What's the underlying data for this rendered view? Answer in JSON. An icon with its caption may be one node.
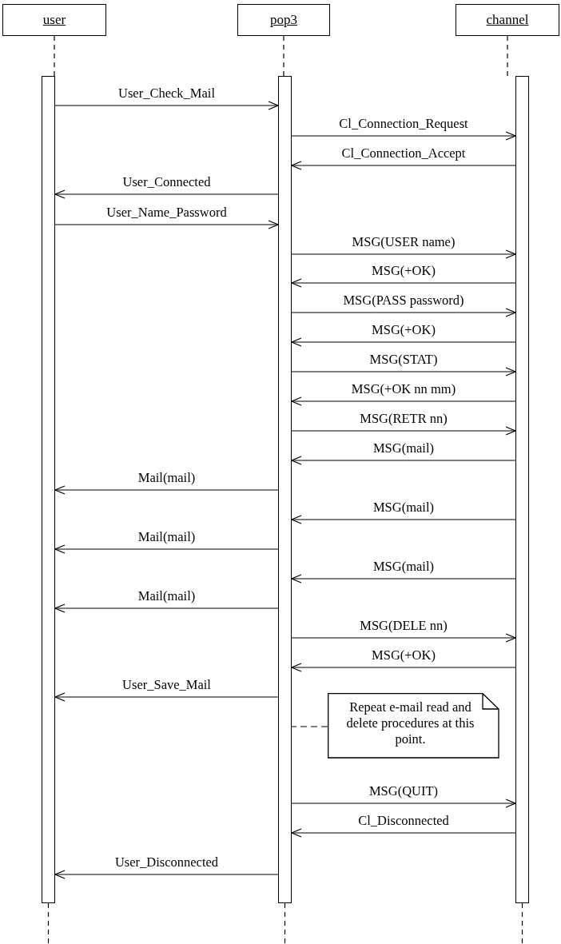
{
  "diagram": {
    "nodes": [
      {
        "text": [
          "user"
        ]
      },
      {
        "text": [
          "pop3"
        ]
      },
      {
        "text": [
          "channel"
        ]
      },
      {
        "text": [],
        "shape": "bar"
      },
      {
        "text": [],
        "shape": "bar"
      },
      {
        "text": [],
        "shape": "bar"
      },
      {
        "text": [
          "Repeat e-mail read and delete procedures at this point."
        ]
      }
    ],
    "edges": [
      {
        "from": 3,
        "to": 4,
        "arrow": "to",
        "label": "User_Check_Mail"
      },
      {
        "from": 4,
        "to": 5,
        "arrow": "to",
        "label": "Cl_Connection_Request"
      },
      {
        "from": 5,
        "to": 4,
        "arrow": "to",
        "label": "Cl_Connection_Accept"
      },
      {
        "from": 4,
        "to": 3,
        "arrow": "to",
        "label": "User_Connected"
      },
      {
        "from": 3,
        "to": 4,
        "arrow": "to",
        "label": "User_Name_Password"
      },
      {
        "from": 4,
        "to": 5,
        "arrow": "to",
        "label": "MSG(USER name)"
      },
      {
        "from": 5,
        "to": 4,
        "arrow": "to",
        "label": "MSG(+OK)"
      },
      {
        "from": 4,
        "to": 5,
        "arrow": "to",
        "label": "MSG(PASS password)"
      },
      {
        "from": 5,
        "to": 4,
        "arrow": "to",
        "label": "MSG(+OK)"
      },
      {
        "from": 4,
        "to": 5,
        "arrow": "to",
        "label": "MSG(STAT)"
      },
      {
        "from": 5,
        "to": 4,
        "arrow": "to",
        "label": "MSG(+OK nn mm)"
      },
      {
        "from": 4,
        "to": 5,
        "arrow": "to",
        "label": "MSG(RETR nn)"
      },
      {
        "from": 5,
        "to": 4,
        "arrow": "to",
        "label": "MSG(mail)"
      },
      {
        "from": 4,
        "to": 3,
        "arrow": "to",
        "label": "Mail(mail)"
      },
      {
        "from": 5,
        "to": 4,
        "arrow": "to",
        "label": "MSG(mail)"
      },
      {
        "from": 4,
        "to": 3,
        "arrow": "to",
        "label": "Mail(mail)"
      },
      {
        "from": 5,
        "to": 4,
        "arrow": "to",
        "label": "MSG(mail)"
      },
      {
        "from": 4,
        "to": 3,
        "arrow": "to",
        "label": "Mail(mail)"
      },
      {
        "from": 4,
        "to": 5,
        "arrow": "to",
        "label": "MSG(DELE nn)"
      },
      {
        "from": 5,
        "to": 4,
        "arrow": "to",
        "label": "MSG(+OK)"
      },
      {
        "from": 4,
        "to": 3,
        "arrow": "to",
        "label": "User_Save_Mail"
      },
      {
        "from": 4,
        "to": 5,
        "arrow": "to",
        "label": "MSG(QUIT)"
      },
      {
        "from": 5,
        "to": 4,
        "arrow": "to",
        "label": "Cl_Disconnected"
      },
      {
        "from": 4,
        "to": 3,
        "arrow": "to",
        "label": "User_Disconnected"
      },
      {
        "from": 6,
        "to": 4,
        "arrow": "none",
        "style": "dashed"
      },
      {
        "from": 0,
        "to": 3,
        "arrow": "none",
        "style": "dashed"
      },
      {
        "from": 1,
        "to": 4,
        "arrow": "none",
        "style": "dashed"
      },
      {
        "from": 2,
        "to": 5,
        "arrow": "none",
        "style": "dashed"
      },
      {
        "from": 3,
        "to": null,
        "arrow": "none",
        "style": "dashed"
      },
      {
        "from": 4,
        "to": null,
        "arrow": "none",
        "style": "dashed"
      },
      {
        "from": 5,
        "to": null,
        "arrow": "none",
        "style": "dashed"
      }
    ]
  }
}
